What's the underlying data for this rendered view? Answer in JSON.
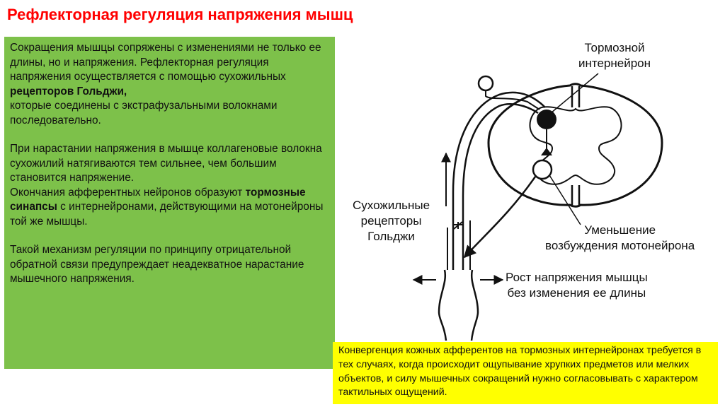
{
  "title": "Рефлекторная регуляция напряжения мышц",
  "text_panel": {
    "p1_a": "Сокращения мышцы сопряжены с изменениями не только ее длины, но и  напряжения. Рефлекторная регуляция напряжения осуществляется с помощью сухожильных ",
    "p1_bold": "рецепторов Гольджи,",
    "p1_b": "которые соединены с экстрафузальными волокнами последовательно.",
    "p2": "При нарастании напряжения в мышце коллагеновые волокна сухожилий натягиваются тем сильнее, чем большим становится напряжение.",
    "p3_a": "Окончания афферентных нейронов образуют ",
    "p3_bold": "тормозные синапсы",
    "p3_b": " с интернейронами, действующими на мотонейроны той же мышцы.",
    "p4": "Такой механизм регуляции по принципу отрицательной обратной связи предупреждает неадекватное нарастание мышечного напряжения."
  },
  "diagram": {
    "label_interneuron": "Тормозной\nинтернейрон",
    "label_receptors": "Сухожильные\nрецепторы\nГольджи",
    "label_reduction": "Уменьшение\nвозбуждения мотонейрона",
    "label_tension": "Рост напряжения мышцы\nбез изменения ее длины"
  },
  "note_box": "Конвергенция кожных афферентов на тормозных интернейронах требуется в тех случаях, когда происходит ощупывание хрупких предметов или мелких объектов, и силу мышечных сокращений нужно согласовывать с характером тактильных ощущений.",
  "colors": {
    "title": "#ff0000",
    "green_panel": "#7dc14a",
    "note_box": "#ffff00"
  }
}
